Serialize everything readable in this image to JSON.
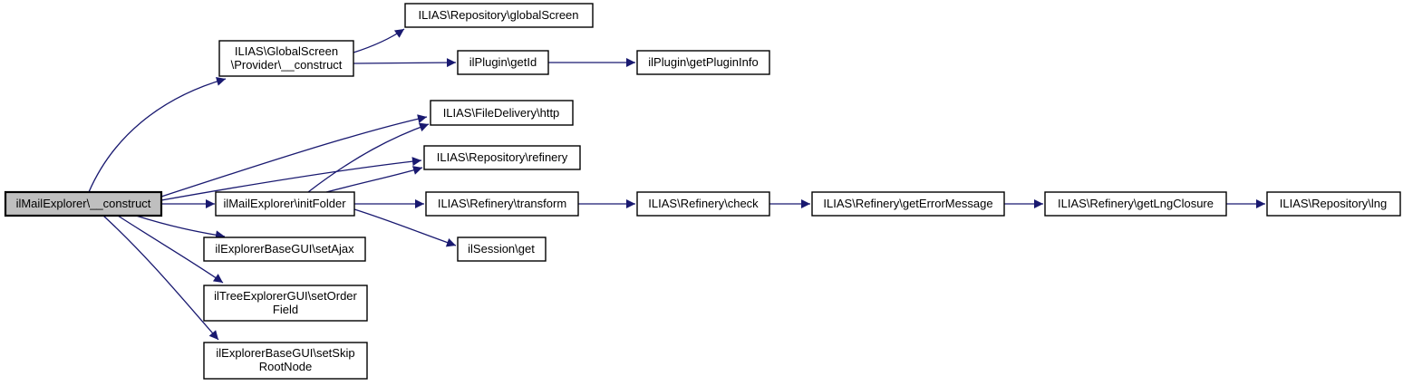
{
  "diagram": {
    "type": "call-graph",
    "colors": {
      "edge": "#191970",
      "node_border": "#000000",
      "node_fill": "#ffffff",
      "start_node_fill": "#bfbfbf",
      "text": "#000000",
      "background": "#ffffff"
    }
  },
  "nodes": [
    {
      "id": "ilmailexplorer-construct",
      "start": true,
      "lines": [
        "ilMailExplorer\\__construct"
      ]
    },
    {
      "id": "globalscreen-provider-construct",
      "start": false,
      "lines": [
        "ILIAS\\GlobalScreen",
        "\\Provider\\__construct"
      ]
    },
    {
      "id": "repository-globalscreen",
      "start": false,
      "lines": [
        "ILIAS\\Repository\\globalScreen"
      ]
    },
    {
      "id": "ilplugin-getid",
      "start": false,
      "lines": [
        "ilPlugin\\getId"
      ]
    },
    {
      "id": "ilplugin-getplugininfo",
      "start": false,
      "lines": [
        "ilPlugin\\getPluginInfo"
      ]
    },
    {
      "id": "filedelivery-http",
      "start": false,
      "lines": [
        "ILIAS\\FileDelivery\\http"
      ]
    },
    {
      "id": "repository-refinery",
      "start": false,
      "lines": [
        "ILIAS\\Repository\\refinery"
      ]
    },
    {
      "id": "ilmailexplorer-initfolder",
      "start": false,
      "lines": [
        "ilMailExplorer\\initFolder"
      ]
    },
    {
      "id": "refinery-transform",
      "start": false,
      "lines": [
        "ILIAS\\Refinery\\transform"
      ]
    },
    {
      "id": "refinery-check",
      "start": false,
      "lines": [
        "ILIAS\\Refinery\\check"
      ]
    },
    {
      "id": "refinery-geterrormessage",
      "start": false,
      "lines": [
        "ILIAS\\Refinery\\getErrorMessage"
      ]
    },
    {
      "id": "refinery-getlngclosure",
      "start": false,
      "lines": [
        "ILIAS\\Refinery\\getLngClosure"
      ]
    },
    {
      "id": "repository-lng",
      "start": false,
      "lines": [
        "ILIAS\\Repository\\lng"
      ]
    },
    {
      "id": "ilsession-get",
      "start": false,
      "lines": [
        "ilSession\\get"
      ]
    },
    {
      "id": "ilexplorerbasegui-setajax",
      "start": false,
      "lines": [
        "ilExplorerBaseGUI\\setAjax"
      ]
    },
    {
      "id": "iltreeexplorergui-setorderfield",
      "start": false,
      "lines": [
        "ilTreeExplorerGUI\\setOrder",
        "Field"
      ]
    },
    {
      "id": "ilexplorerbasegui-setskiprootnode",
      "start": false,
      "lines": [
        "ilExplorerBaseGUI\\setSkip",
        "RootNode"
      ]
    }
  ]
}
